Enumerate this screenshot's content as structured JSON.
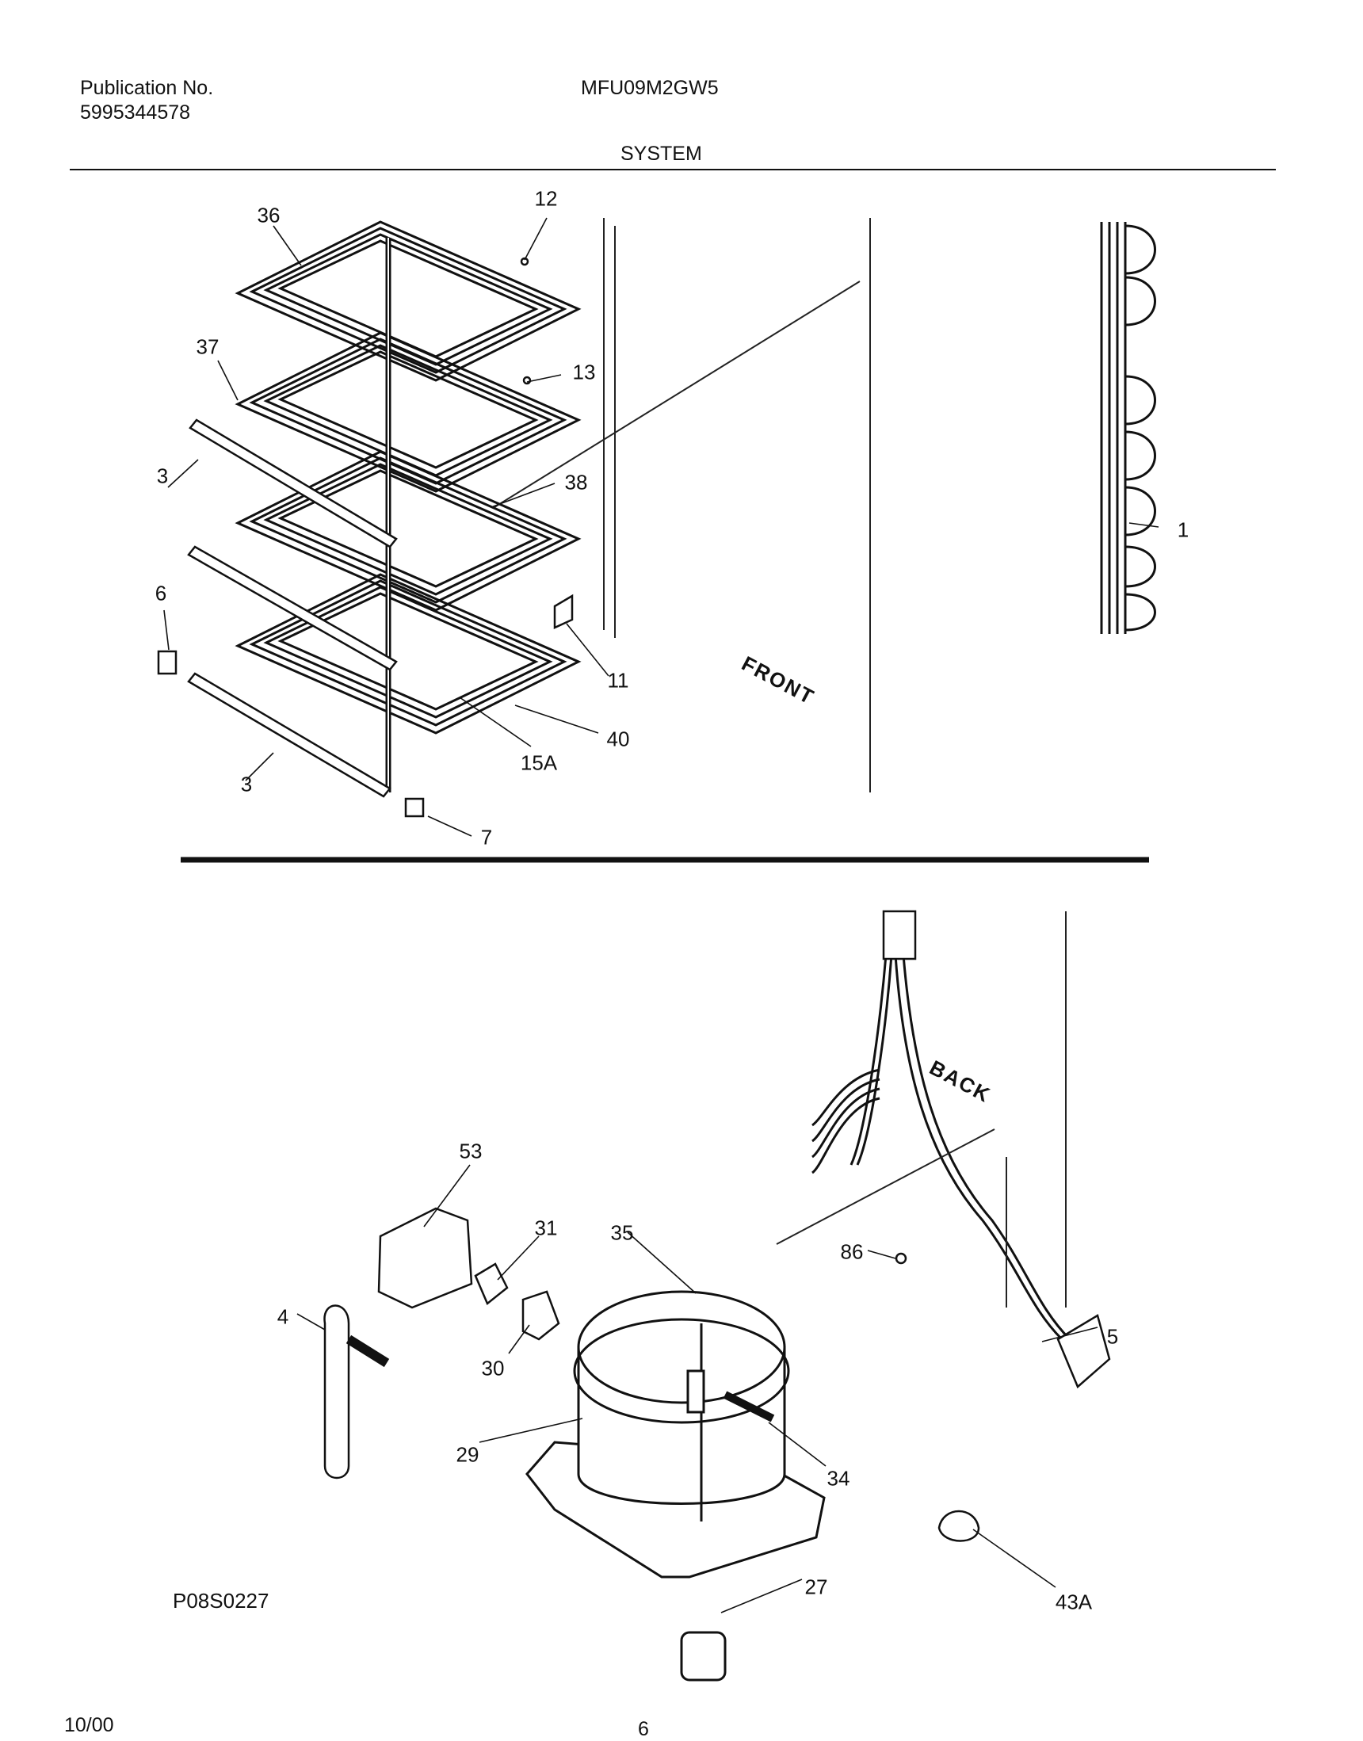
{
  "header": {
    "publication_label": "Publication No.",
    "publication_number": "5995344578",
    "model": "MFU09M2GW5",
    "section_title": "SYSTEM"
  },
  "upper_callouts": [
    "36",
    "12",
    "37",
    "13",
    "3",
    "38",
    "1",
    "6",
    "11",
    "40",
    "15A",
    "3",
    "7"
  ],
  "lower_callouts": [
    "53",
    "31",
    "35",
    "86",
    "5",
    "4",
    "30",
    "29",
    "34",
    "27",
    "43A"
  ],
  "direction_labels": {
    "front": "FRONT",
    "back": "BACK"
  },
  "diagram_code": "P08S0227",
  "footer": {
    "date": "10/00",
    "page": "6"
  }
}
